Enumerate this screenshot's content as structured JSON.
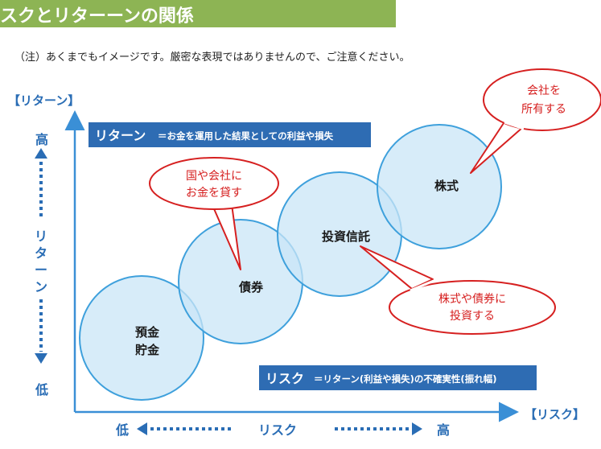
{
  "header": {
    "title": "スクとリターーンの関係"
  },
  "note": "（注）あくまでもイメージです。厳密な表現ではありませんので、ご注意ください。",
  "axes": {
    "y_label": "【リターン】",
    "x_label": "【リスク】",
    "y_high": "高",
    "y_low": "低",
    "y_middle": [
      "リ",
      "タ",
      "ー",
      "ン"
    ],
    "x_low": "低",
    "x_middle": "リスク",
    "x_high": "高"
  },
  "boxes": {
    "return": {
      "title": "リターン",
      "desc": "＝お金を運用した結果としての利益や損失"
    },
    "risk": {
      "title": "リスク",
      "desc": "＝リターン(利益や損失)の不確実性(振れ幅)"
    }
  },
  "nodes": {
    "deposit": [
      "預金",
      "貯金"
    ],
    "bond": "債券",
    "fund": "投資信託",
    "stock": "株式"
  },
  "callouts": {
    "bond": [
      "国や会社に",
      "お金を貸す"
    ],
    "fund": [
      "株式や債券に",
      "投資する"
    ],
    "stock": [
      "会社を",
      "所有する"
    ]
  },
  "colors": {
    "title_bg": "#8db454",
    "axis": "#3a8fd6",
    "circle_fill": "#c9e6f7",
    "circle_stroke": "#3ea0dc",
    "box_bg": "#2e6cb3",
    "callout": "#d62020",
    "label_blue": "#2a6db5"
  }
}
